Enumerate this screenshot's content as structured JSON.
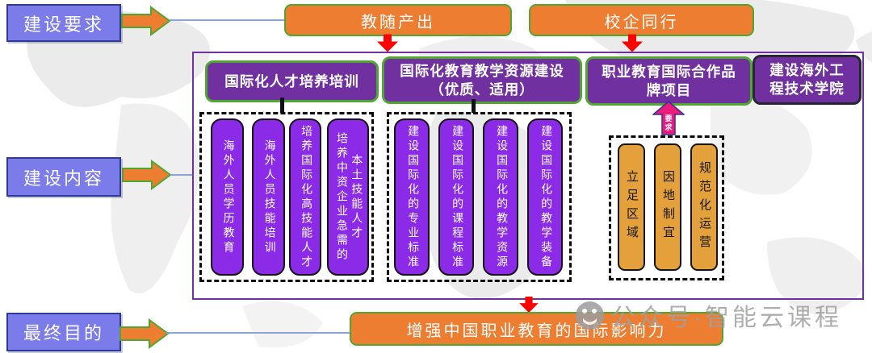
{
  "side_labels": [
    "建设要求",
    "建设内容",
    "最终目的"
  ],
  "top_boxes": [
    "教随产出",
    "校企同行"
  ],
  "headers": [
    "国际化人才培养培训",
    "国际化教育教学资源建设\n（优质、适用）",
    "职业教育国际合作品\n牌项目",
    "建设海外工\n程技术学院"
  ],
  "talent_bars": [
    "海外人员学历教育",
    "海外人员技能培训",
    "培养国际化高技能人才",
    "培养中资企业急需的\n本土技能人才"
  ],
  "resource_bars": [
    "建设国际化的专业标准",
    "建设国际化的课程标准",
    "建设国际化的教学资源",
    "建设国际化的教学装备"
  ],
  "brand_bars": [
    "立足区域",
    "因地制宜",
    "规范化运营"
  ],
  "requirement_arrow_label": "要求",
  "bottom_box": "增强中国职业教育的国际影响力",
  "watermark": "公众号·智能云课程",
  "colors": {
    "side_box_fill": "#7B7BE9",
    "side_box_border": "#2D3A96",
    "orange_fill": "#ED7D31",
    "green_border": "#4EA72E",
    "purple_header": "#7030A0",
    "violet_bar": "#8B2BE8",
    "amber_bar": "#E4A03A",
    "pink_arrow": "#EB1A7B",
    "red_arrow": "#FE0000",
    "container_border": "#7030A0",
    "connector_blue": "#8CA5D8",
    "watermark_gray": "#A0A0A0"
  }
}
